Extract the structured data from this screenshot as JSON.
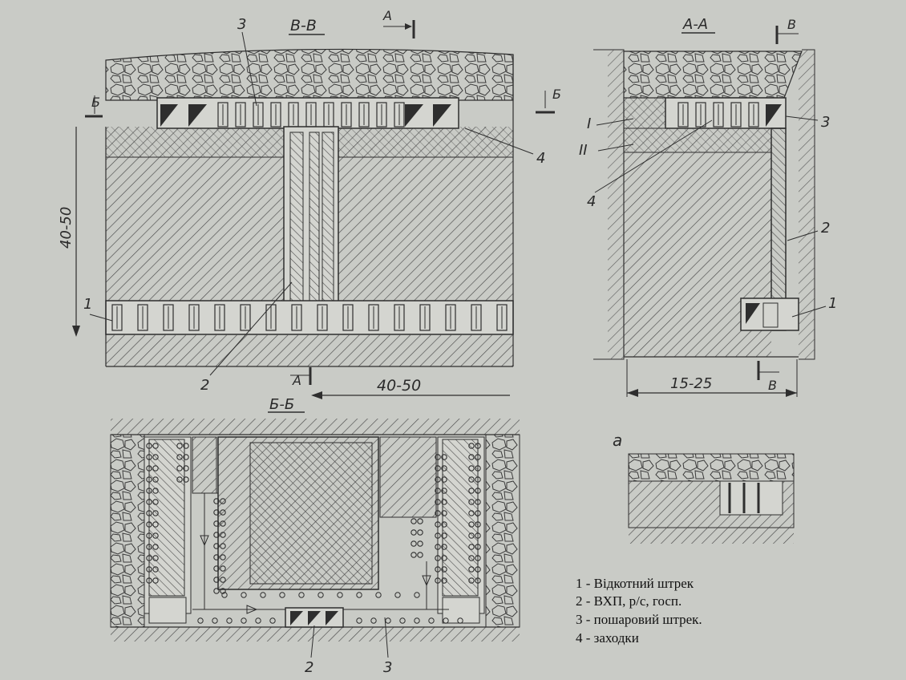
{
  "section_titles": {
    "vv": "В-В",
    "aa": "А-А",
    "bb": "Б-Б"
  },
  "cut_marks": {
    "a": "А",
    "b": "Б",
    "v": "В"
  },
  "dimensions": {
    "height": "40-50",
    "width": "40-50",
    "aa_width": "15-25"
  },
  "callouts": {
    "n1": "1",
    "n2": "2",
    "n3": "3",
    "n4": "4"
  },
  "layers": {
    "one": "I",
    "two": "II"
  },
  "inset_label": "а",
  "legend": [
    "1 - Відкотний штрек",
    "2 - ВХП, р/с, госп.",
    "3 - пошаровий штрек.",
    "4 - заходки"
  ],
  "colors": {
    "paper": "#c9cbc6",
    "ink": "#2e2e2e",
    "hatch": "#4a4a4a"
  }
}
